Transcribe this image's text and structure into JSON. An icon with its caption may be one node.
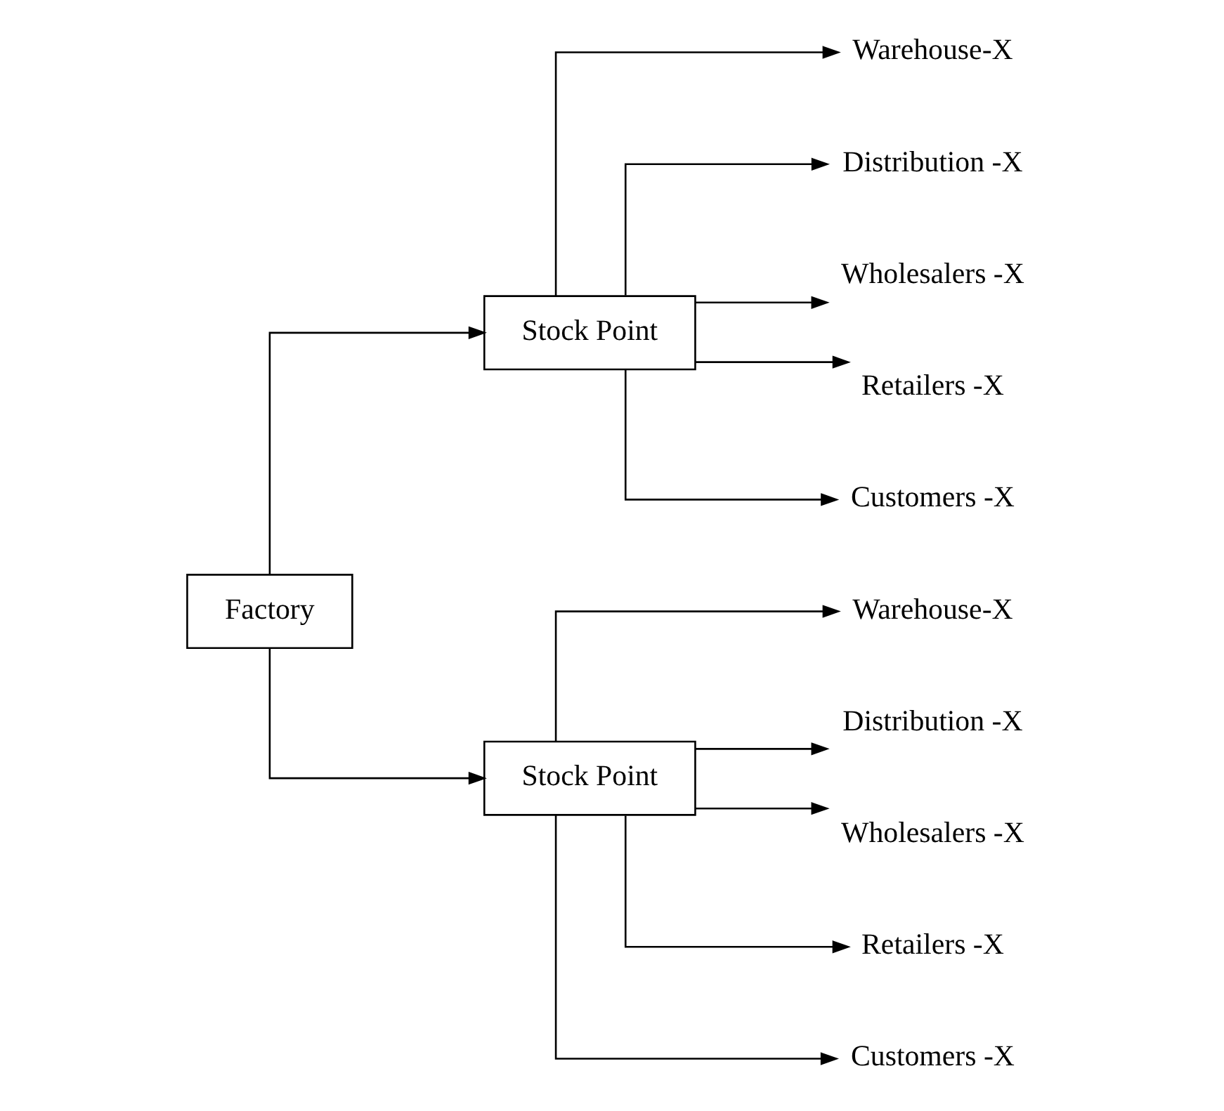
{
  "diagram": {
    "nodes": [
      {
        "text": [
          "Factory"
        ]
      },
      {
        "text": [
          "Stock Point"
        ]
      },
      {
        "text": [
          "Stock Point"
        ]
      },
      {
        "text": [
          "Warehouse-X"
        ]
      },
      {
        "text": [
          "Distribution -X"
        ]
      },
      {
        "text": [
          "Wholesalers -X"
        ]
      },
      {
        "text": [
          "Retailers -X"
        ]
      },
      {
        "text": [
          "Customers -X"
        ]
      },
      {
        "text": [
          "Warehouse-X"
        ]
      },
      {
        "text": [
          "Distribution -X"
        ]
      },
      {
        "text": [
          "Wholesalers -X"
        ]
      },
      {
        "text": [
          "Retailers -X"
        ]
      },
      {
        "text": [
          "Customers -X"
        ]
      }
    ],
    "edges": [
      {
        "from": 0,
        "to": 1,
        "arrow": "to"
      },
      {
        "from": 0,
        "to": 2,
        "arrow": "to"
      },
      {
        "from": 1,
        "to": 3,
        "arrow": "to"
      },
      {
        "from": 1,
        "to": 4,
        "arrow": "to"
      },
      {
        "from": 1,
        "to": 5,
        "arrow": "to"
      },
      {
        "from": 1,
        "to": 6,
        "arrow": "to"
      },
      {
        "from": 1,
        "to": 7,
        "arrow": "to"
      },
      {
        "from": 2,
        "to": 8,
        "arrow": "to"
      },
      {
        "from": 2,
        "to": 9,
        "arrow": "to"
      },
      {
        "from": 2,
        "to": 10,
        "arrow": "to"
      },
      {
        "from": 2,
        "to": 11,
        "arrow": "to"
      },
      {
        "from": 2,
        "to": 12,
        "arrow": "to"
      }
    ]
  }
}
